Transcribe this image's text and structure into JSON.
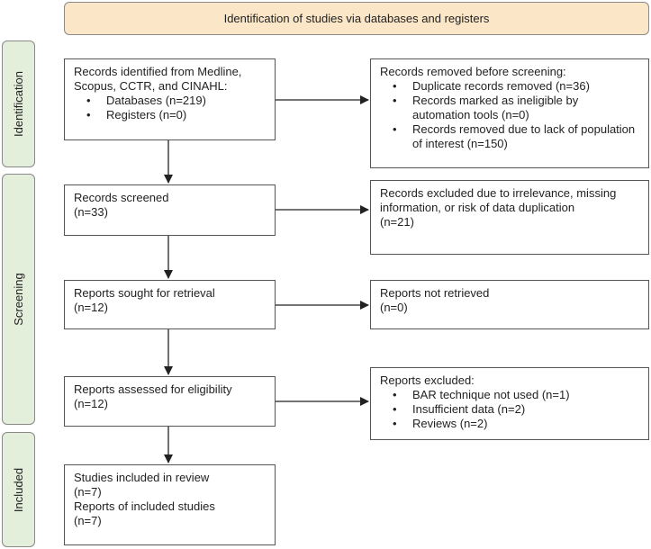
{
  "colors": {
    "header_fill": "#fbe6c7",
    "stage_fill": "#e3eedb",
    "border": "#555555"
  },
  "header": {
    "title": "Identification of studies via databases and registers"
  },
  "stages": {
    "identification": "Identification",
    "screening": "Screening",
    "included": "Included"
  },
  "boxes": {
    "records_identified": {
      "title": "Records identified from Medline, Scopus, CCTR, and CINAHL:",
      "items": [
        "Databases (n=219)",
        "Registers (n=0)"
      ]
    },
    "records_removed": {
      "title": "Records removed before screening:",
      "items": [
        "Duplicate records removed (n=36)",
        "Records marked as ineligible by automation tools (n=0)",
        "Records removed due to lack of population of interest (n=150)"
      ]
    },
    "records_screened": {
      "title": "Records screened",
      "count": "(n=33)"
    },
    "records_excluded": {
      "title": "Records excluded due to irrelevance, missing information, or risk of data duplication",
      "count": "(n=21)"
    },
    "reports_sought": {
      "title": "Reports sought for retrieval",
      "count": "(n=12)"
    },
    "reports_not_retrieved": {
      "title": "Reports not retrieved",
      "count": "(n=0)"
    },
    "reports_assessed": {
      "title": "Reports assessed for eligibility",
      "count": "(n=12)"
    },
    "reports_excluded": {
      "title": "Reports excluded:",
      "items": [
        "BAR technique not used (n=1)",
        "Insufficient data (n=2)",
        "Reviews (n=2)"
      ]
    },
    "studies_included": {
      "title": "Studies included in review",
      "count": "(n=7)",
      "title2": "Reports of included studies",
      "count2": "(n=7)"
    }
  }
}
